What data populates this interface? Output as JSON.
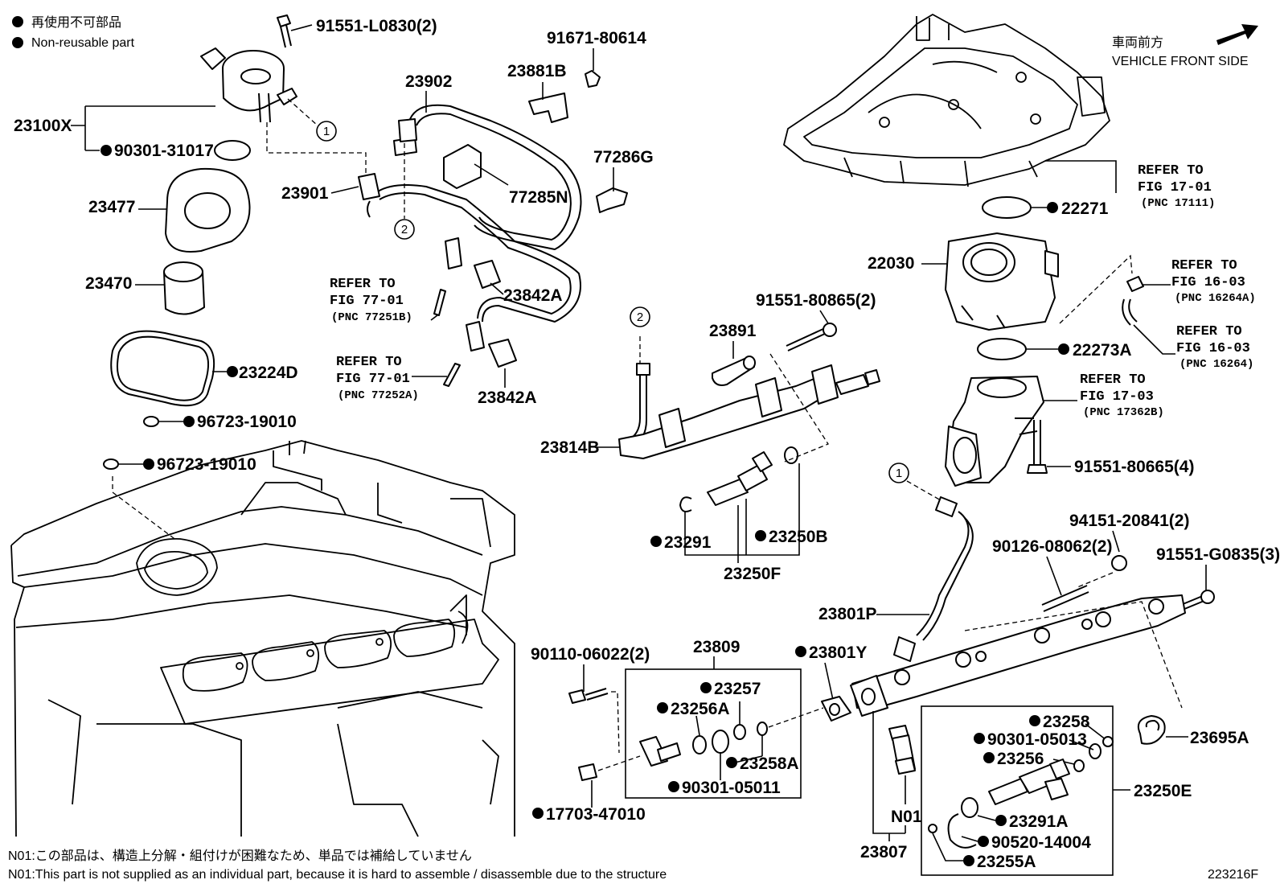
{
  "legend": {
    "jp": "再使用不可部品",
    "en": "Non-reusable part"
  },
  "direction": {
    "jp": "車両前方",
    "en": "VEHICLE FRONT SIDE"
  },
  "parts": {
    "p91551L0830": "91551-L0830(2)",
    "p23100X": "23100X",
    "p9030131017": "90301-31017",
    "p23477": "23477",
    "p23470": "23470",
    "p23224D": "23224D",
    "p9672319010a": "96723-19010",
    "p9672319010b": "96723-19010",
    "p23902": "23902",
    "p23901": "23901",
    "p23881B": "23881B",
    "p9167180614": "91671-80614",
    "p77285N": "77285N",
    "p77286G": "77286G",
    "p23842Aa": "23842A",
    "p23842Ab": "23842A",
    "p22271": "22271",
    "p22030": "22030",
    "p22273A": "22273A",
    "p9155180865": "91551-80865(2)",
    "p23891": "23891",
    "p23814B": "23814B",
    "p23291": "23291",
    "p23250B": "23250B",
    "p23250F": "23250F",
    "p9155180665": "91551-80665(4)",
    "p9415120841": "94151-20841(2)",
    "p9012608062": "90126-08062(2)",
    "p91551G0835": "91551-G0835(3)",
    "p23801P": "23801P",
    "p23801Y": "23801Y",
    "p9011006022": "90110-06022(2)",
    "p23809": "23809",
    "p23257": "23257",
    "p23256A": "23256A",
    "p23258A": "23258A",
    "p9030105011": "90301-05011",
    "p1770347010": "17703-47010",
    "p23258": "23258",
    "p9030105013": "90301-05013",
    "p23256": "23256",
    "p23695A": "23695A",
    "p23250E": "23250E",
    "p23291A": "23291A",
    "p9052014004": "90520-14004",
    "p23255A": "23255A",
    "pN01": "N01",
    "p23807": "23807"
  },
  "refs": {
    "r1": {
      "l1": "REFER TO",
      "l2": "FIG 17-01",
      "l3": "(PNC 17111)"
    },
    "r2": {
      "l1": "REFER TO",
      "l2": "FIG 77-01",
      "l3": "(PNC 77251B)"
    },
    "r3": {
      "l1": "REFER TO",
      "l2": "FIG 77-01",
      "l3": "(PNC 77252A)"
    },
    "r4": {
      "l1": "REFER TO",
      "l2": "FIG 16-03",
      "l3": "(PNC 16264A)"
    },
    "r5": {
      "l1": "REFER TO",
      "l2": "FIG 16-03",
      "l3": "(PNC 16264)"
    },
    "r6": {
      "l1": "REFER TO",
      "l2": "FIG 17-03",
      "l3": "(PNC 17362B)"
    }
  },
  "circle_marks": {
    "c1": "1",
    "c2": "2"
  },
  "notes": {
    "jp": "N01:この部品は、構造上分解・組付けが困難なため、単品では補給していません",
    "en": "N01:This part is not supplied as an individual part, because it is hard to assemble / disassemble due to the structure"
  },
  "figure_id": "223216F"
}
